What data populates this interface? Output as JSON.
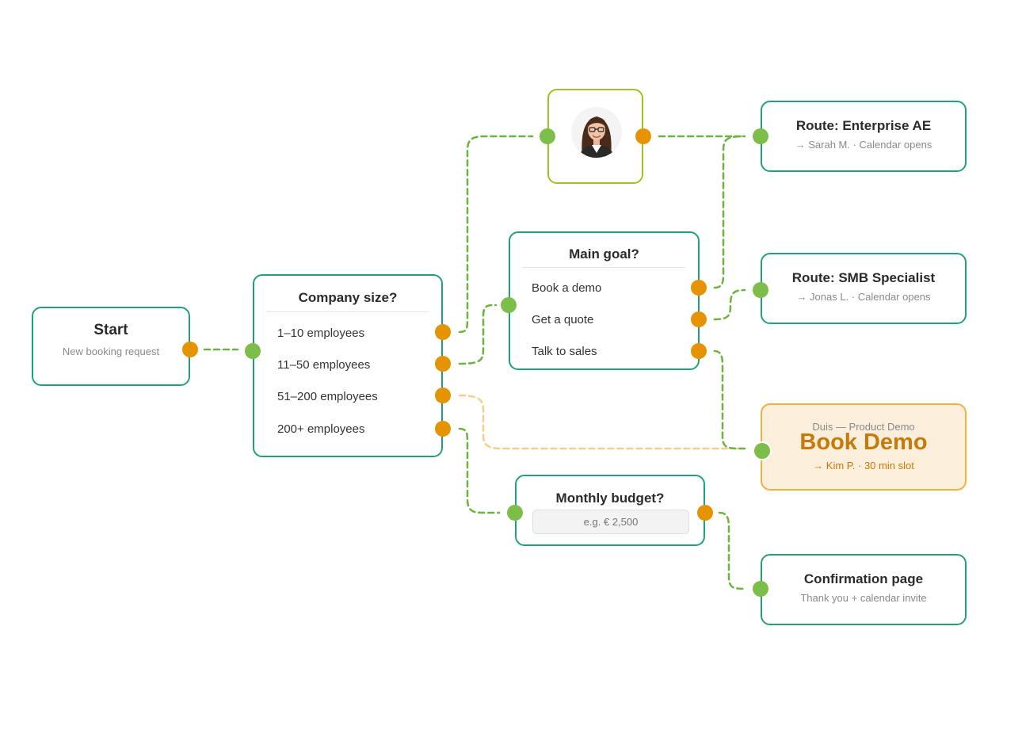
{
  "nodes": {
    "start": {
      "title": "Start",
      "subtitle": "New booking request"
    },
    "company_size": {
      "title": "Company size?",
      "options": [
        "1–10 employees",
        "11–50 employees",
        "51–200 employees",
        "200+ employees"
      ]
    },
    "main_goal": {
      "title": "Main goal?",
      "options": [
        "Book a demo",
        "Get a quote",
        "Talk to sales"
      ]
    },
    "monthly_budget": {
      "title": "Monthly budget?",
      "placeholder": "e.g. € 2,500"
    },
    "enterprise": {
      "title": "Route: Enterprise AE",
      "subtitle": "→ Sarah M. · Calendar opens"
    },
    "smb": {
      "title": "Route: SMB Specialist",
      "subtitle": "→ Jonas L. · Calendar opens"
    },
    "book_demo": {
      "overline": "Duis — Product Demo",
      "title": "Book Demo",
      "subtitle": "→ Kim P. · 30 min slot"
    },
    "confirmation": {
      "title": "Confirmation page",
      "subtitle": "Thank you + calendar invite"
    }
  },
  "colors": {
    "node_border": "#22a07a",
    "avatar_border": "#9cc41f",
    "input_port": "#7dbe4a",
    "output_port": "#e59400",
    "wire": "#6db33f",
    "wire_faded": "#f7cf8a",
    "highlight_fill": "#fbeedb",
    "highlight_border": "#f0b23f",
    "highlight_text": "#c57b0c"
  }
}
